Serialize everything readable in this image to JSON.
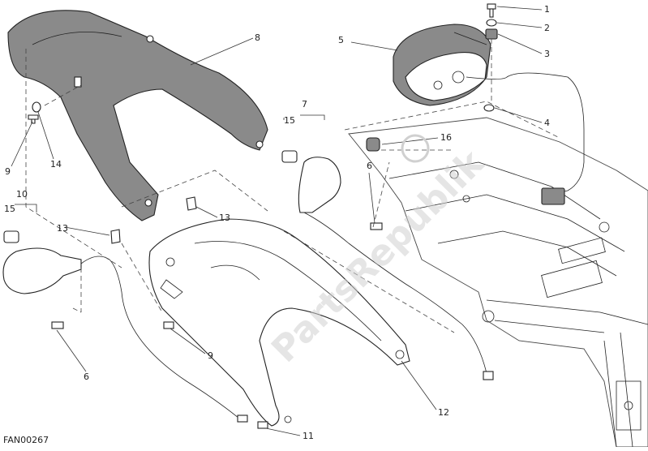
{
  "diagram": {
    "code": "FAN00267",
    "watermark": "PartsRepublik",
    "callouts": {
      "c1": "1",
      "c2": "2",
      "c3": "3",
      "c4": "4",
      "c5": "5",
      "c6a": "6",
      "c6b": "6",
      "c7": "7",
      "c8": "8",
      "c9a": "9",
      "c9b": "9",
      "c10": "10",
      "c11": "11",
      "c12": "12",
      "c13a": "13",
      "c13b": "13",
      "c14": "14",
      "c15a": "15",
      "c15b": "15",
      "c16": "16"
    },
    "colors": {
      "part_fill": "#8a8a8a",
      "line": "#222222",
      "watermark": "#d0d0d0"
    }
  }
}
